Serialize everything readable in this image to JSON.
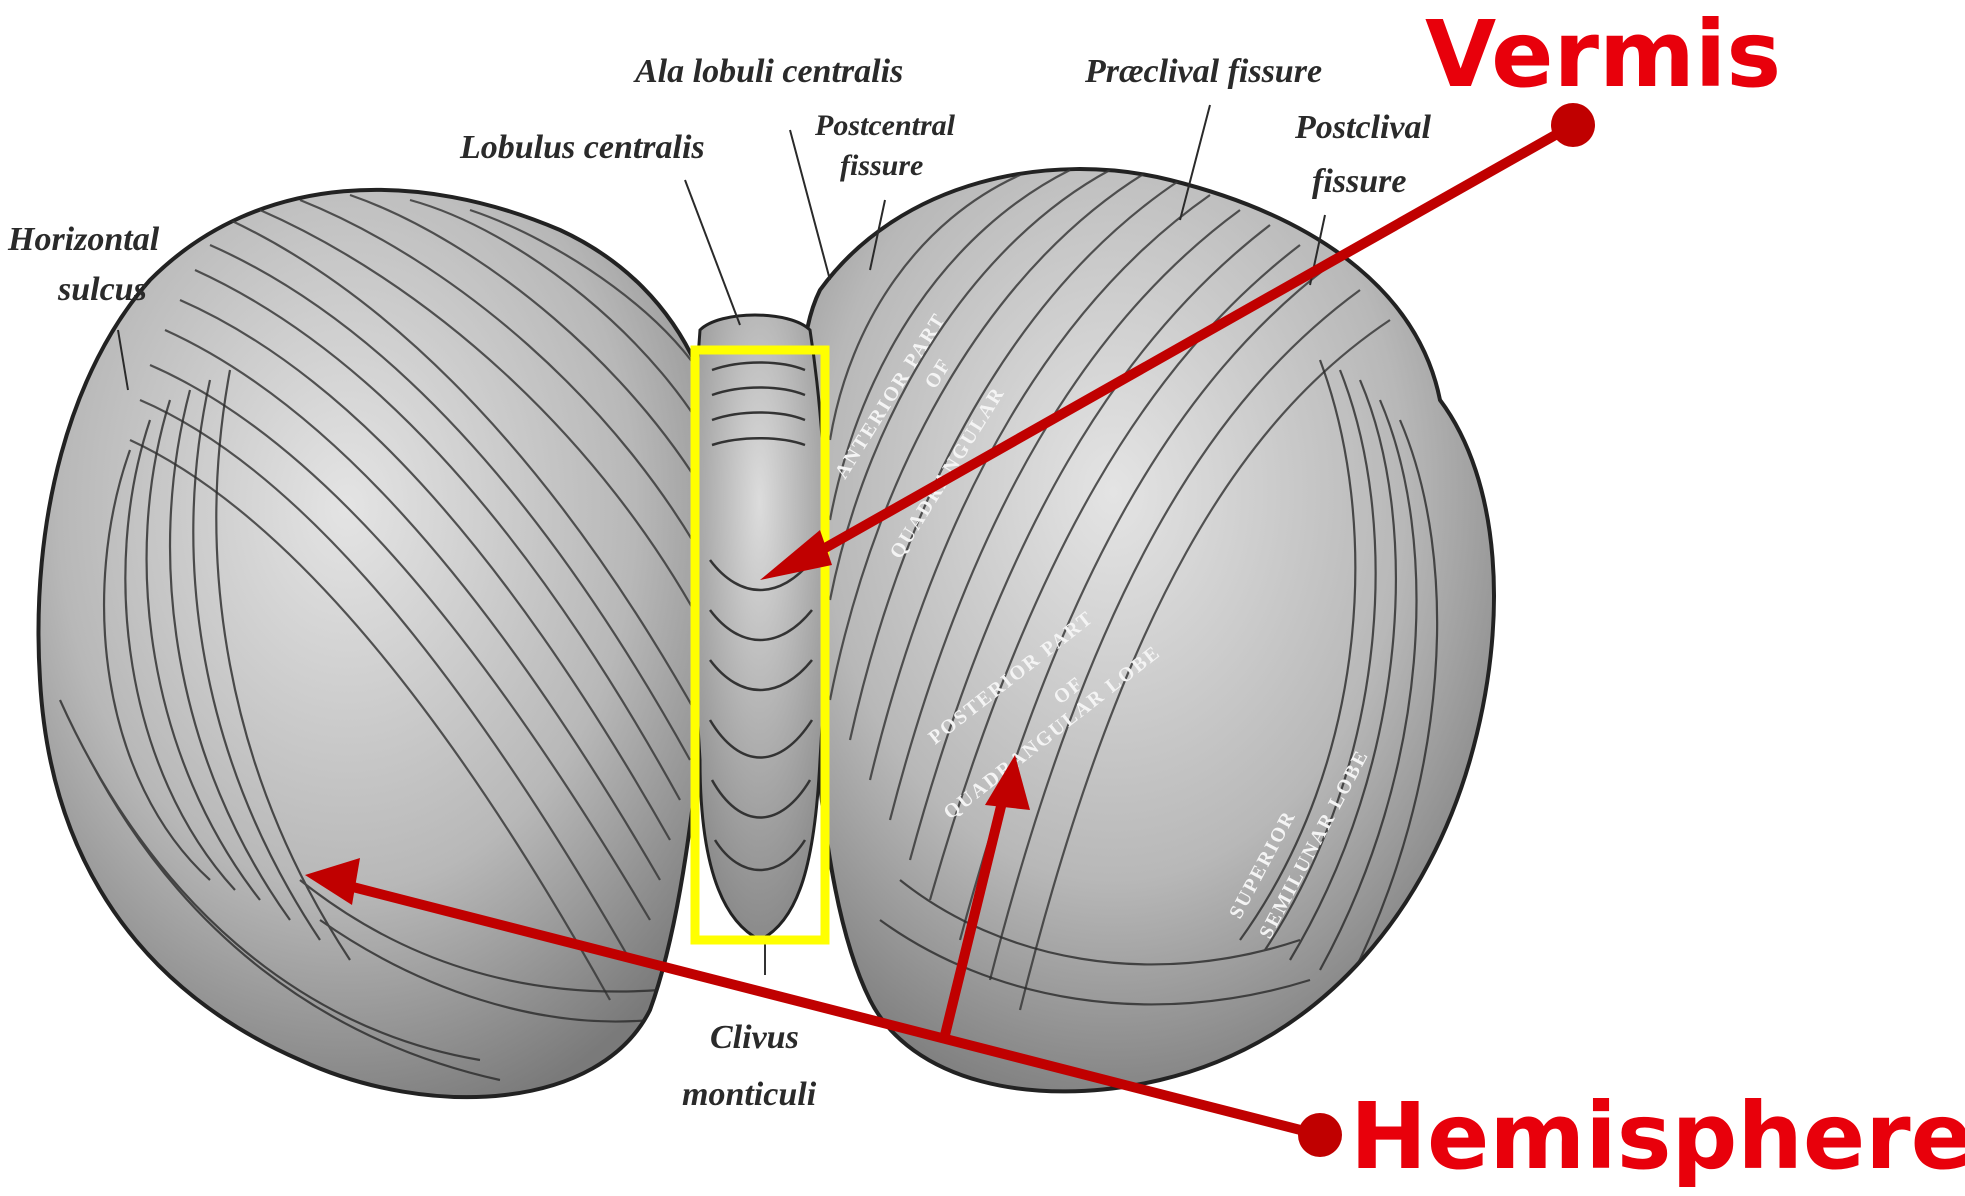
{
  "labels": {
    "ala_lobuli_centralis": "Ala lobuli centralis",
    "lobulus_centralis": "Lobulus centralis",
    "postcentral_fissure_1": "Postcentral",
    "postcentral_fissure_2": "fissure",
    "praeclival_fissure": "Præclival fissure",
    "postclival_fissure_1": "Postclival",
    "postclival_fissure_2": "fissure",
    "horizontal_sulcus_1": "Horizontal",
    "horizontal_sulcus_2": "sulcus",
    "clivus_monticuli_1": "Clivus",
    "clivus_monticuli_2": "monticuli"
  },
  "surface_text": {
    "anterior_part_1": "ANTERIOR PART",
    "anterior_part_2": "OF",
    "anterior_part_3": "QUADRANGULAR",
    "posterior_part_1": "POSTERIOR PART",
    "posterior_part_2": "OF",
    "posterior_part_3": "QUADRANGULAR LOBE",
    "superior_lunate_1": "SUPERIOR",
    "superior_lunate_2": "SEMILUNAR LOBE"
  },
  "callouts": {
    "vermis": "Vermis",
    "hemisphere": "Hemisphere"
  },
  "colors": {
    "callout_red": "#e8000b",
    "arrow_red": "#c00000",
    "highlight_yellow": "#ffff00"
  }
}
